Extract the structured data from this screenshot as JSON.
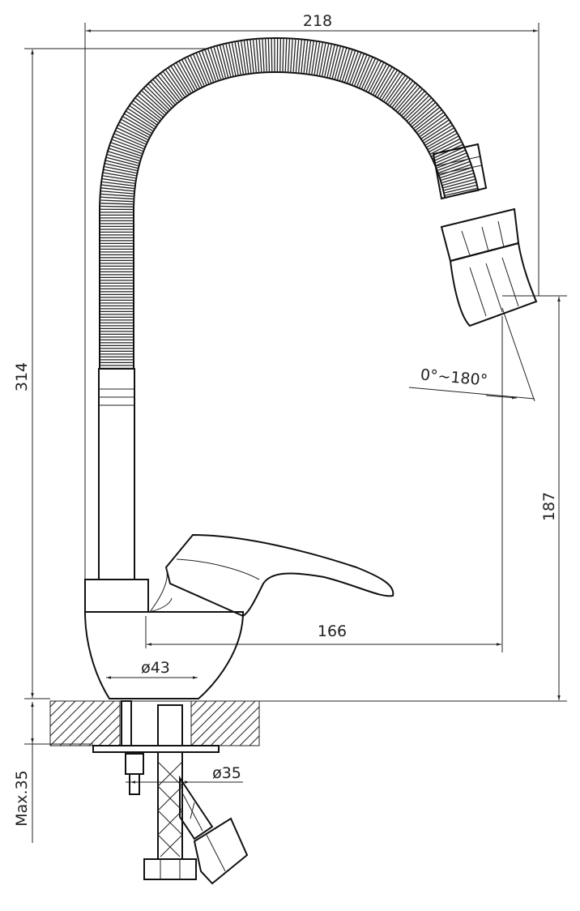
{
  "drawing": {
    "title": "Kitchen faucet with flexible spout - dimensional drawing",
    "dimensions": {
      "total_width": "218",
      "total_height": "314",
      "spout_height": "187",
      "spout_reach": "166",
      "base_diameter": "ø43",
      "mount_hole_diameter": "ø35",
      "max_counter_thickness": "Max.35",
      "rotation_angle": "0°~180°"
    },
    "colors": {
      "line": "#222222",
      "background": "#ffffff"
    }
  }
}
